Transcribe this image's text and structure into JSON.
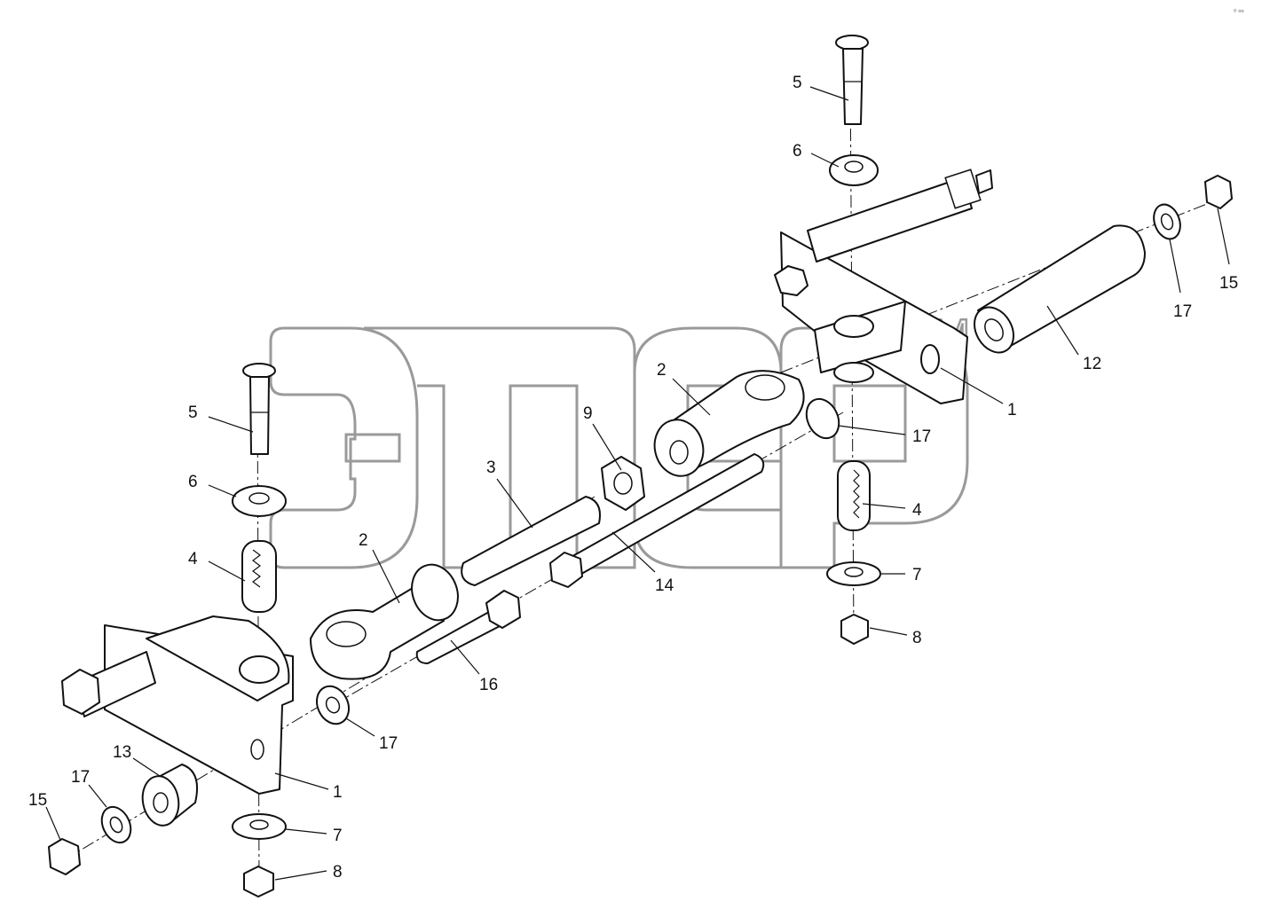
{
  "watermark": {
    "logo": "элер",
    "trademark": "TM"
  },
  "corner_mark": "⁰ ᵒᵒ",
  "callouts": {
    "c1a": "1",
    "c1b": "1",
    "c2a": "2",
    "c2b": "2",
    "c3": "3",
    "c4a": "4",
    "c4b": "4",
    "c5a": "5",
    "c5b": "5",
    "c6a": "6",
    "c6b": "6",
    "c7a": "7",
    "c7b": "7",
    "c8a": "8",
    "c8b": "8",
    "c9": "9",
    "c12": "12",
    "c13": "13",
    "c14": "14",
    "c15a": "15",
    "c15b": "15",
    "c16": "16",
    "c17a": "17",
    "c17b": "17",
    "c17c": "17",
    "c17d": "17"
  }
}
